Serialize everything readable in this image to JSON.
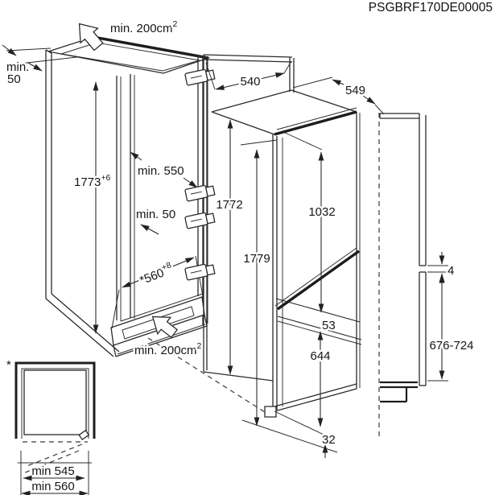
{
  "title": "PSGBRF170DE00005",
  "niche": {
    "top_vent": {
      "value": "min. 200cm",
      "sup": "2"
    },
    "top_clearance": {
      "line1": "min.",
      "line2": "50"
    },
    "inner_height": {
      "value": "1773",
      "sup": "+6"
    },
    "min_depth": "min. 550",
    "rear_clearance": "min. 50",
    "inner_width": {
      "value": "*560",
      "sup": "+8"
    },
    "bottom_vent": {
      "value": "min. 200cm",
      "sup": "2"
    }
  },
  "appliance": {
    "door_width": "540",
    "depth": "549",
    "height": "1772",
    "overall_height": "1779",
    "upper_door_height": "1032",
    "door_gap": "53",
    "lower_door_height": "644",
    "bottom_clearance": "32"
  },
  "furniture_panel": {
    "panel_gap": "4",
    "lower_panel_height": "676-724"
  },
  "plan_view": {
    "note_mark": "*",
    "appliance_width": "min 545",
    "niche_width": "min 560"
  }
}
